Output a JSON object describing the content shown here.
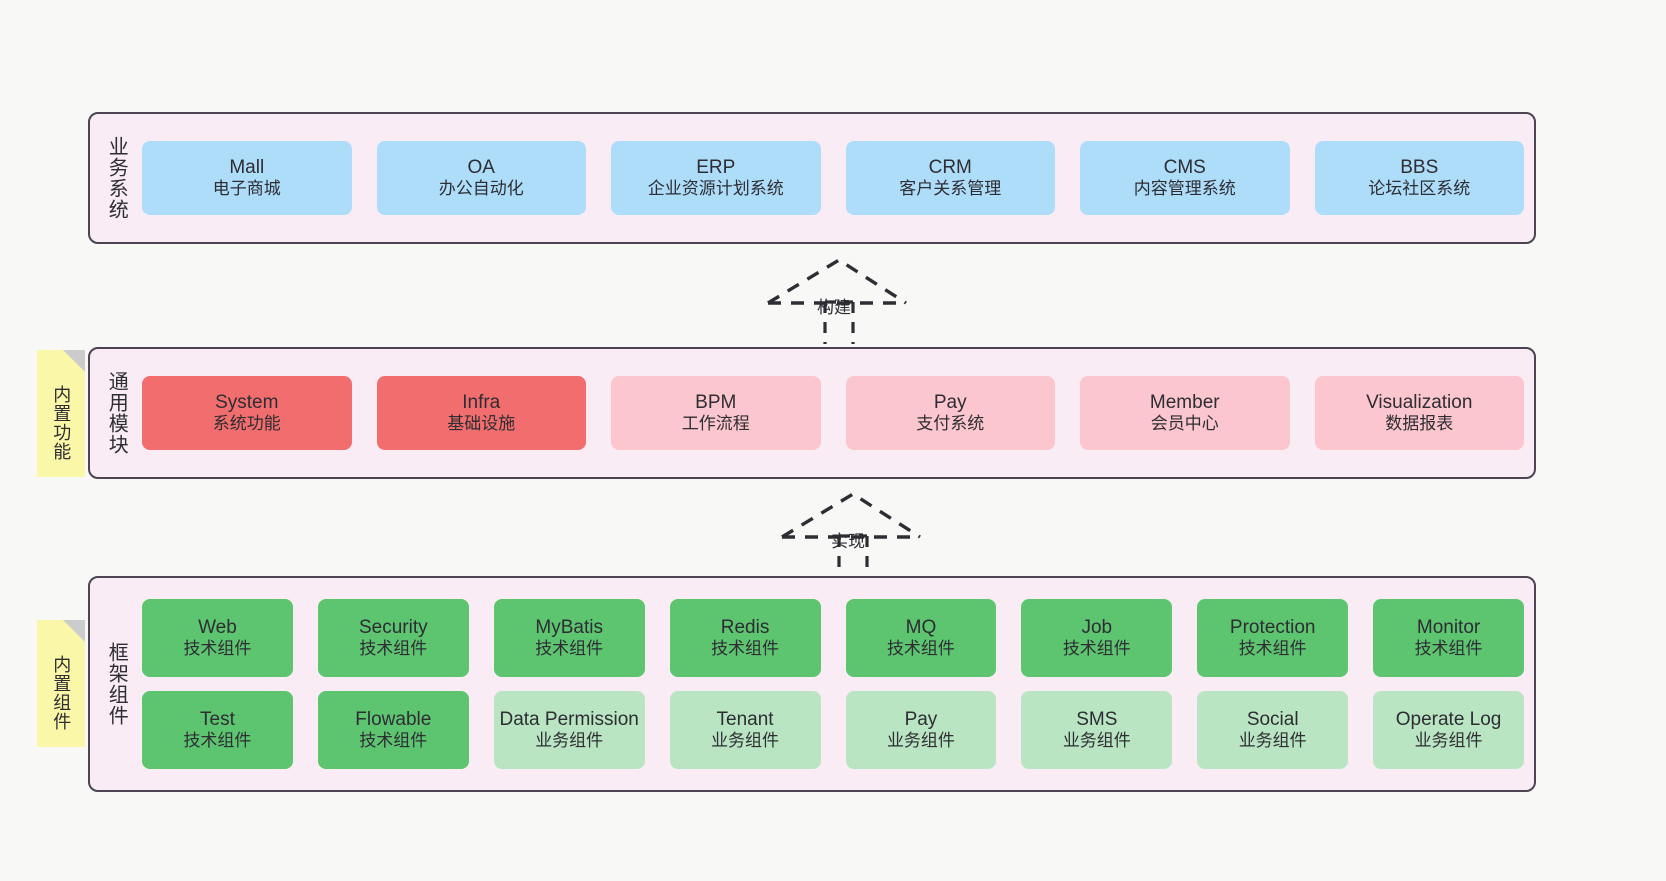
{
  "diagram": {
    "background_color": "#f8f8f7",
    "panel_fill": "#f9ecf5",
    "panel_border": "#4c4452",
    "sticky_color": "#fbf7a8"
  },
  "layers": [
    {
      "id": "business-system",
      "label": "业务系统",
      "rows": [
        {
          "cards": [
            {
              "title": "Mall",
              "subtitle": "电子商城",
              "style": "c-blue",
              "color": "#aeddf9"
            },
            {
              "title": "OA",
              "subtitle": "办公自动化",
              "style": "c-blue",
              "color": "#aeddf9"
            },
            {
              "title": "ERP",
              "subtitle": "企业资源计划系统",
              "style": "c-blue",
              "color": "#aeddf9"
            },
            {
              "title": "CRM",
              "subtitle": "客户关系管理",
              "style": "c-blue",
              "color": "#aeddf9"
            },
            {
              "title": "CMS",
              "subtitle": "内容管理系统",
              "style": "c-blue",
              "color": "#aeddf9"
            },
            {
              "title": "BBS",
              "subtitle": "论坛社区系统",
              "style": "c-blue",
              "color": "#aeddf9"
            }
          ]
        }
      ]
    },
    {
      "id": "common-module",
      "label": "通用模块",
      "sticky": "内置功能",
      "rows": [
        {
          "cards": [
            {
              "title": "System",
              "subtitle": "系统功能",
              "style": "c-red",
              "color": "#f26d6d"
            },
            {
              "title": "Infra",
              "subtitle": "基础设施",
              "style": "c-red",
              "color": "#f26d6d"
            },
            {
              "title": "BPM",
              "subtitle": "工作流程",
              "style": "c-pink",
              "color": "#fcc6ce"
            },
            {
              "title": "Pay",
              "subtitle": "支付系统",
              "style": "c-pink",
              "color": "#fcc6ce"
            },
            {
              "title": "Member",
              "subtitle": "会员中心",
              "style": "c-pink",
              "color": "#fcc6ce"
            },
            {
              "title": "Visualization",
              "subtitle": "数据报表",
              "style": "c-pink",
              "color": "#fcc6ce"
            }
          ]
        }
      ]
    },
    {
      "id": "framework-component",
      "label": "框架组件",
      "sticky": "内置组件",
      "rows": [
        {
          "cards": [
            {
              "title": "Web",
              "subtitle": "技术组件",
              "style": "c-green",
              "color": "#5dc470"
            },
            {
              "title": "Security",
              "subtitle": "技术组件",
              "style": "c-green",
              "color": "#5dc470"
            },
            {
              "title": "MyBatis",
              "subtitle": "技术组件",
              "style": "c-green",
              "color": "#5dc470"
            },
            {
              "title": "Redis",
              "subtitle": "技术组件",
              "style": "c-green",
              "color": "#5dc470"
            },
            {
              "title": "MQ",
              "subtitle": "技术组件",
              "style": "c-green",
              "color": "#5dc470"
            },
            {
              "title": "Job",
              "subtitle": "技术组件",
              "style": "c-green",
              "color": "#5dc470"
            },
            {
              "title": "Protection",
              "subtitle": "技术组件",
              "style": "c-green",
              "color": "#5dc470"
            },
            {
              "title": "Monitor",
              "subtitle": "技术组件",
              "style": "c-green",
              "color": "#5dc470"
            }
          ]
        },
        {
          "cards": [
            {
              "title": "Test",
              "subtitle": "技术组件",
              "style": "c-green",
              "color": "#5dc470"
            },
            {
              "title": "Flowable",
              "subtitle": "技术组件",
              "style": "c-green",
              "color": "#5dc470"
            },
            {
              "title": "Data Permission",
              "subtitle": "业务组件",
              "style": "c-lightgreen",
              "color": "#bae5c3"
            },
            {
              "title": "Tenant",
              "subtitle": "业务组件",
              "style": "c-lightgreen",
              "color": "#bae5c3"
            },
            {
              "title": "Pay",
              "subtitle": "业务组件",
              "style": "c-lightgreen",
              "color": "#bae5c3"
            },
            {
              "title": "SMS",
              "subtitle": "业务组件",
              "style": "c-lightgreen",
              "color": "#bae5c3"
            },
            {
              "title": "Social",
              "subtitle": "业务组件",
              "style": "c-lightgreen",
              "color": "#bae5c3"
            },
            {
              "title": "Operate Log",
              "subtitle": "业务组件",
              "style": "c-lightgreen",
              "color": "#bae5c3"
            }
          ]
        }
      ]
    }
  ],
  "arrows": [
    {
      "id": "arrow-build",
      "label": "构建",
      "direction": "up",
      "style": "dashed-hollow-triangle"
    },
    {
      "id": "arrow-implement",
      "label": "实现",
      "direction": "up",
      "style": "dashed-hollow-triangle"
    }
  ]
}
